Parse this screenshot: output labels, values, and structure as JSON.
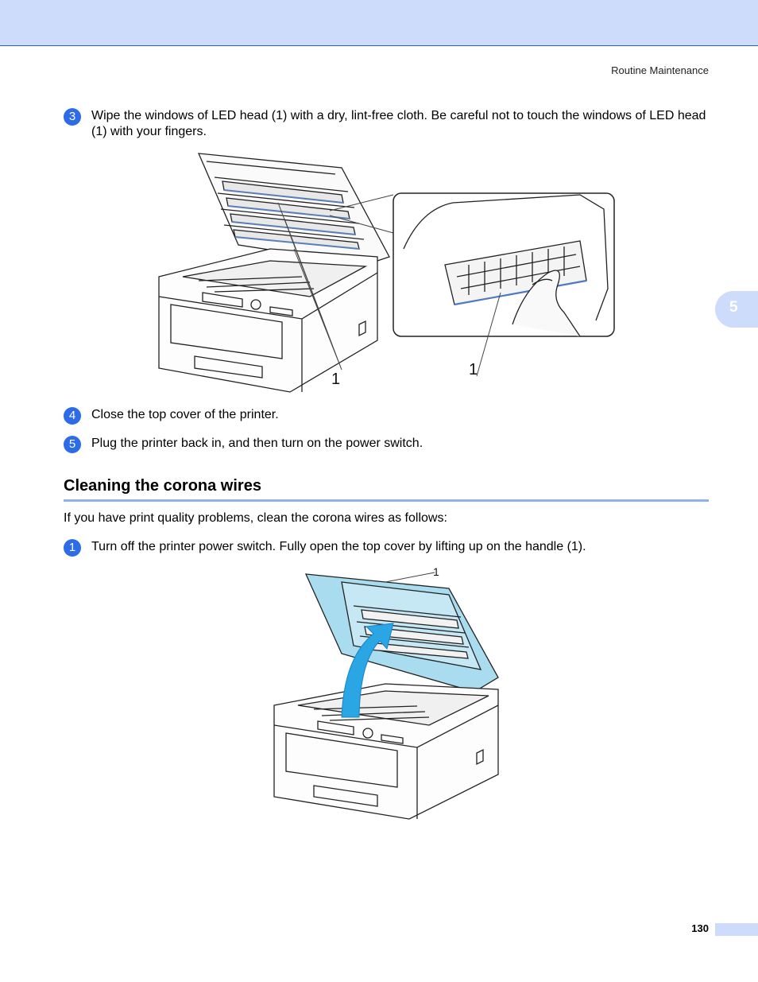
{
  "header": {
    "section": "Routine Maintenance"
  },
  "chapter_tab": "5",
  "steps": [
    {
      "num": "3",
      "text": "Wipe the windows of LED head (1) with a dry, lint-free cloth. Be careful not to touch the windows of LED head (1) with your fingers."
    },
    {
      "num": "4",
      "text": "Close the top cover of the printer."
    },
    {
      "num": "5",
      "text": "Plug the printer back in, and then turn on the power switch."
    }
  ],
  "section": {
    "title": "Cleaning the corona wires",
    "intro": "If you have print quality problems, clean the corona wires as follows:",
    "steps": [
      {
        "num": "1",
        "text": "Turn off the printer power switch. Fully open the top cover by lifting up on the handle (1)."
      }
    ]
  },
  "figure1": {
    "callout_main": "1",
    "callout_detail": "1"
  },
  "figure2": {
    "callout_handle": "1"
  },
  "colors": {
    "accent": "#2e6be6",
    "band": "#cddcfb",
    "cover_highlight": "#a9dcef"
  },
  "footer": {
    "page_number": "130"
  }
}
